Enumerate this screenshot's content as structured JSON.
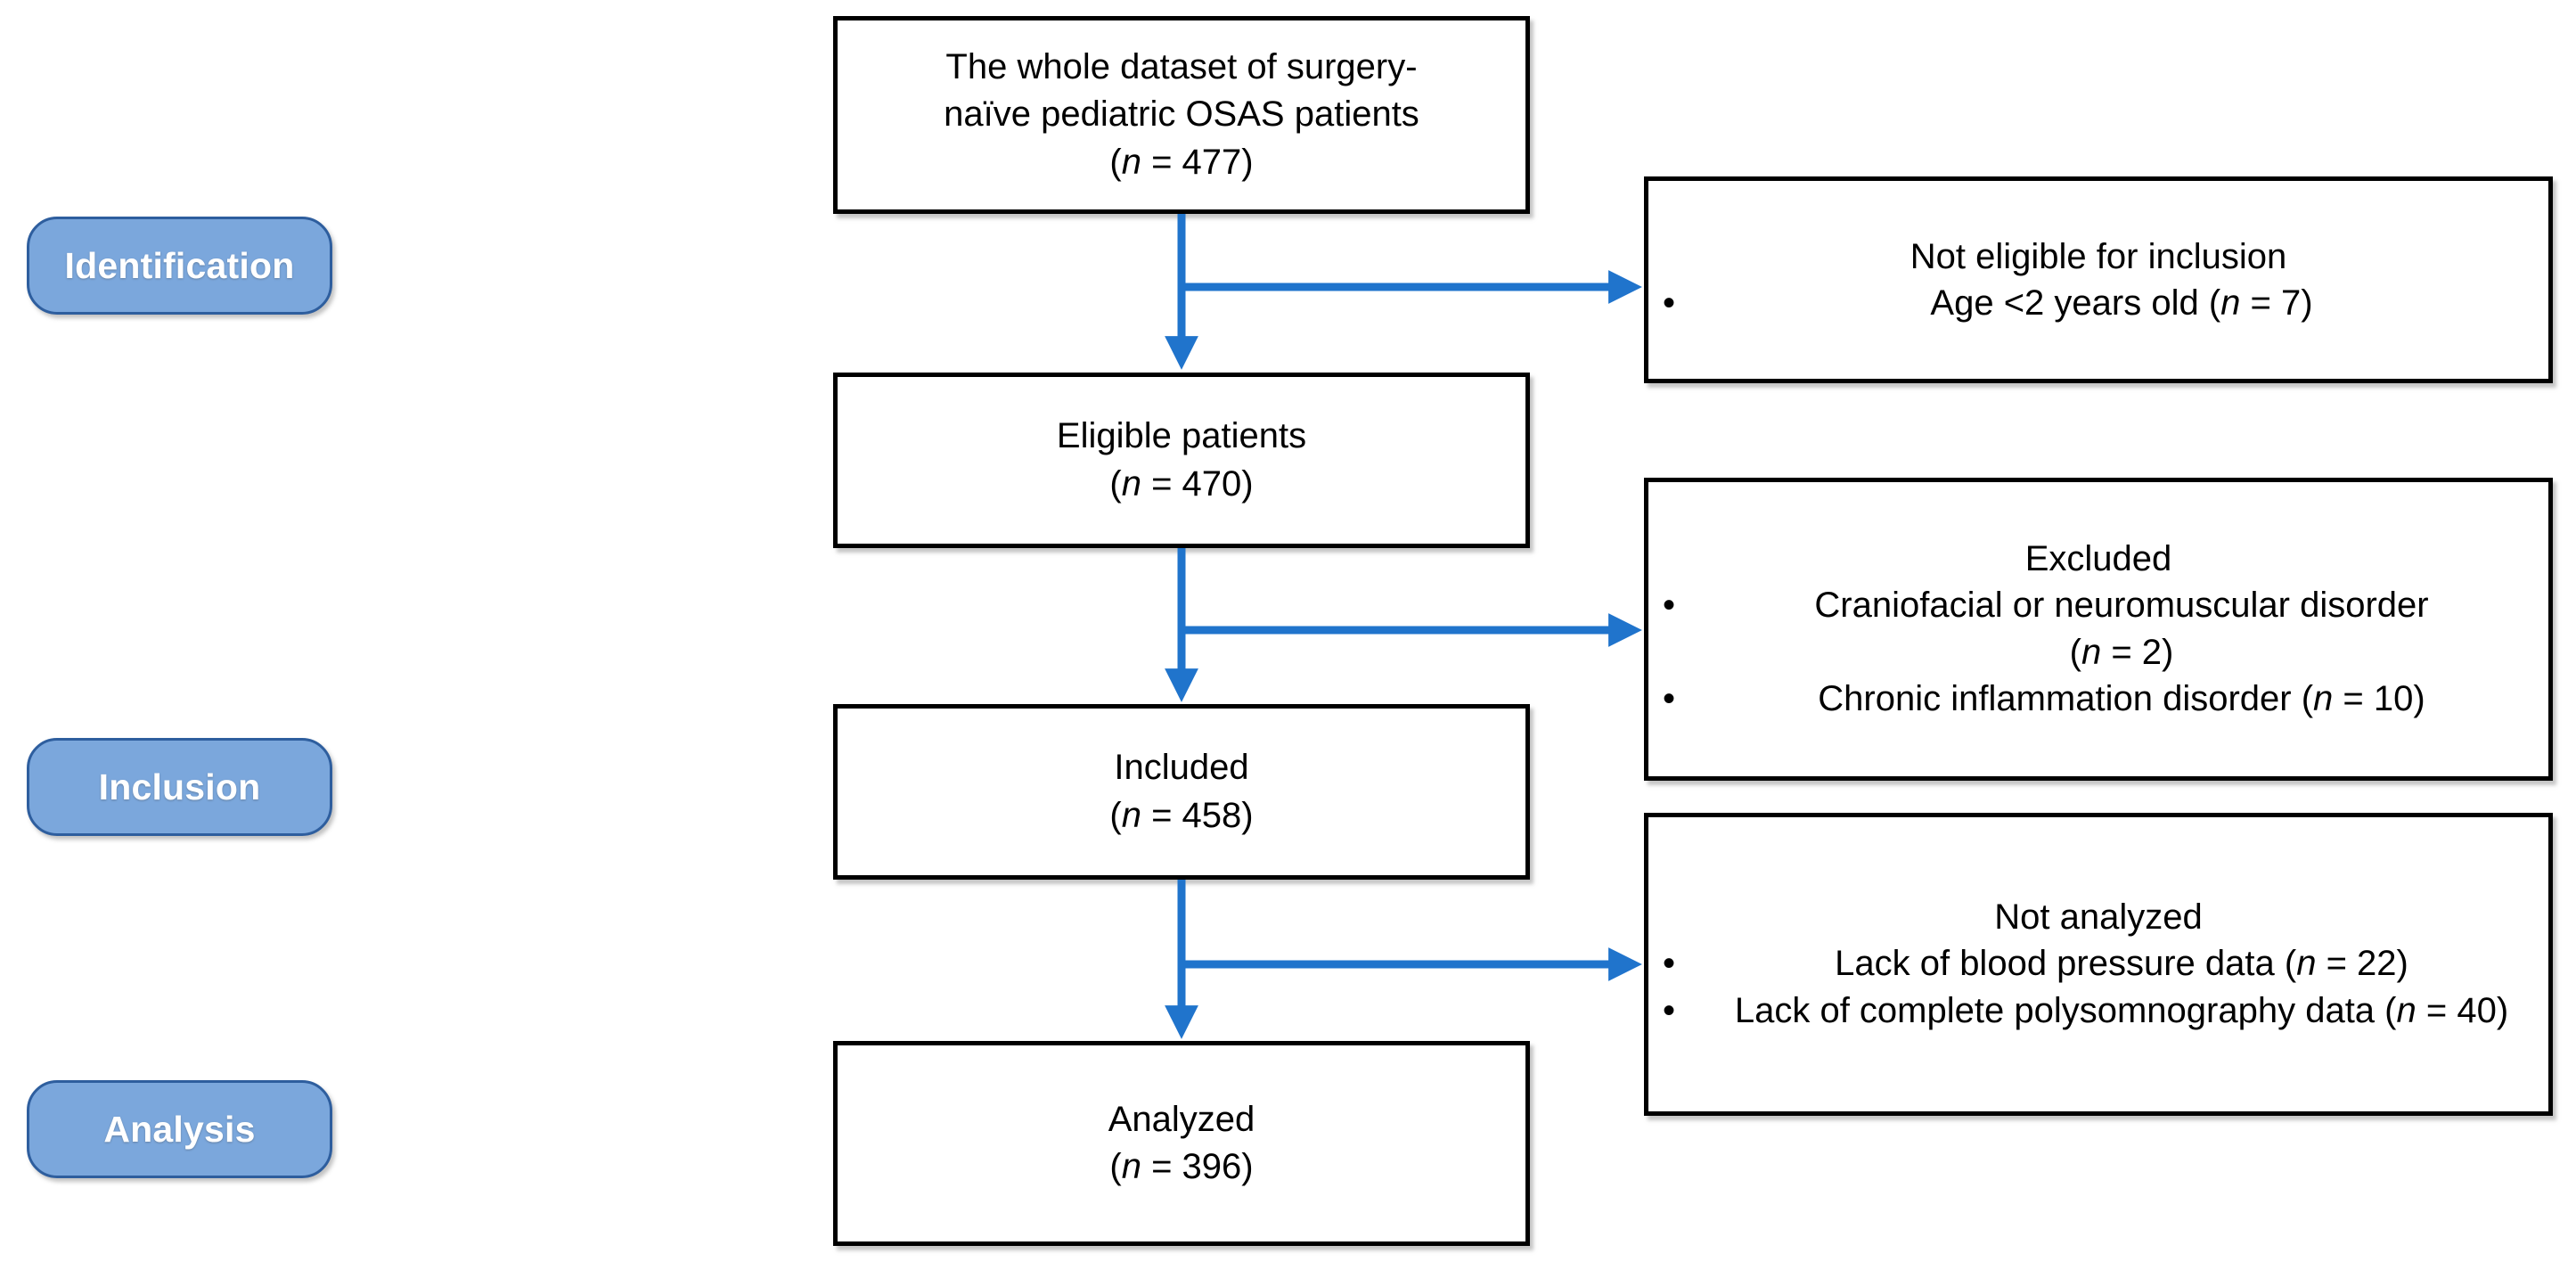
{
  "diagram": {
    "title": "PRISMA-style patient selection flow diagram",
    "accent_blue": "#2074CC",
    "pill_fill": "#7BA7DC",
    "pill_border": "#2E5E9E",
    "box_border": "#000000",
    "background": "#FFFFFF"
  },
  "phases": [
    {
      "id": "identification",
      "label": "Identification"
    },
    {
      "id": "inclusion",
      "label": "Inclusion"
    },
    {
      "id": "analysis",
      "label": "Analysis"
    }
  ],
  "flow_boxes": [
    {
      "id": "whole-dataset",
      "lines": [
        "The whole dataset of surgery-",
        "naïve pediatric OSAS patients",
        "(n = 477)"
      ],
      "n_label": "n",
      "count": 477
    },
    {
      "id": "eligible-patients",
      "lines": [
        "Eligible patients",
        "(n = 470)"
      ],
      "n_label": "n",
      "count": 470
    },
    {
      "id": "included",
      "lines": [
        "Included",
        "(n = 458)"
      ],
      "n_label": "n",
      "count": 458
    },
    {
      "id": "analyzed",
      "lines": [
        "Analyzed",
        "(n = 396)"
      ],
      "n_label": "n",
      "count": 396
    }
  ],
  "side_boxes": [
    {
      "id": "not-eligible",
      "title": "Not eligible for inclusion",
      "bullets": [
        {
          "marker": "•",
          "text": "Age <2 years old (n = 7)",
          "count": 7
        }
      ]
    },
    {
      "id": "excluded",
      "title": "Excluded",
      "bullets": [
        {
          "marker": "•",
          "text": "Craniofacial or neuromuscular disorder (n = 2)",
          "count": 2
        },
        {
          "marker": "•",
          "text": "Chronic inflammation disorder (n = 10)",
          "count": 10
        }
      ]
    },
    {
      "id": "not-analyzed",
      "title": "Not analyzed",
      "bullets": [
        {
          "marker": "•",
          "text": "Lack of blood pressure data (n = 22)",
          "count": 22
        },
        {
          "marker": "•",
          "text": "Lack of complete polysomnography data (n = 40)",
          "count": 40
        }
      ]
    }
  ]
}
